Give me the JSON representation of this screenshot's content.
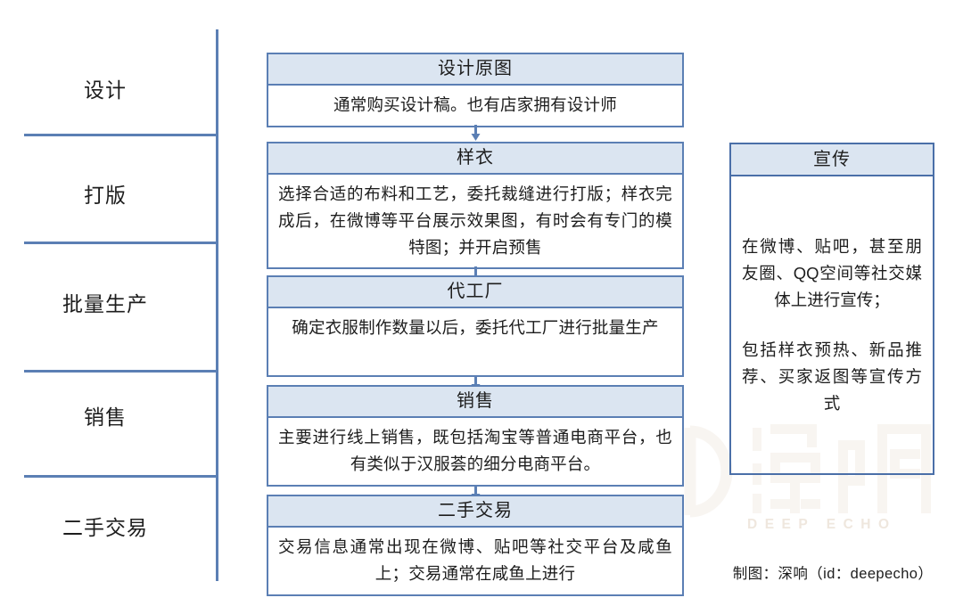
{
  "stages": [
    {
      "label": "设计"
    },
    {
      "label": "打版"
    },
    {
      "label": "批量生产"
    },
    {
      "label": "销售"
    },
    {
      "label": "二手交易"
    }
  ],
  "flow": {
    "boxes": [
      {
        "title": "设计原图",
        "body": "通常购买设计稿。也有店家拥有设计师"
      },
      {
        "title": "样衣",
        "body": "选择合适的布料和工艺，委托裁缝进行打版；样衣完成后，在微博等平台展示效果图，有时会有专门的模特图；并开启预售"
      },
      {
        "title": "代工厂",
        "body": "确定衣服制作数量以后，委托代工厂进行批量生产"
      },
      {
        "title": "销售",
        "body": "主要进行线上销售，既包括淘宝等普通电商平台，也有类似于汉服荟的细分电商平台。"
      },
      {
        "title": "二手交易",
        "body": "交易信息通常出现在微博、贴吧等社交平台及咸鱼上；交易通常在咸鱼上进行"
      }
    ]
  },
  "promo": {
    "title": "宣传",
    "paragraphs": [
      "在微博、贴吧，甚至朋友圈、QQ空间等社交媒体上进行宣传；",
      "包括样衣预热、新品推荐、买家返图等宣传方式"
    ]
  },
  "watermark": {
    "brand": "深响",
    "subtitle": "DEEP ECHO"
  },
  "credit": {
    "text": "制图：深响（id：deepecho）"
  },
  "colors": {
    "line": "#5b7fb4",
    "header_fill": "#dbe5f1",
    "text": "#1d1d1d",
    "watermark": "#efe7de"
  }
}
